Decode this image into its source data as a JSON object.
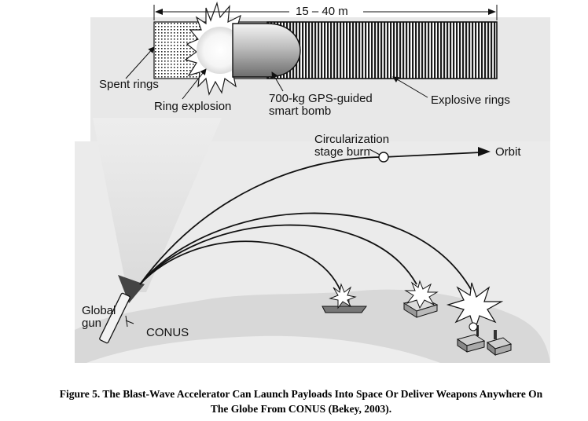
{
  "dimension": "15 – 40 m",
  "labels": {
    "spent_rings": "Spent rings",
    "ring_explosion": "Ring explosion",
    "smart_bomb_line1": "700-kg GPS-guided",
    "smart_bomb_line2": "smart bomb",
    "explosive_rings": "Explosive rings",
    "circularization_line1": "Circularization",
    "circularization_line2": "stage burn",
    "orbit": "Orbit",
    "global_gun_line1": "Global",
    "global_gun_line2": "gun",
    "conus": "CONUS"
  },
  "caption": {
    "line1": "Figure 5. The Blast-Wave Accelerator Can Launch Payloads Into Space Or Deliver Weapons Anywhere On",
    "line2": "The Globe From CONUS (Bekey, 2003)."
  },
  "colors": {
    "ink": "#111111",
    "background_gray": "#e6e6e6",
    "earth_gray": "#d9d9d9"
  }
}
